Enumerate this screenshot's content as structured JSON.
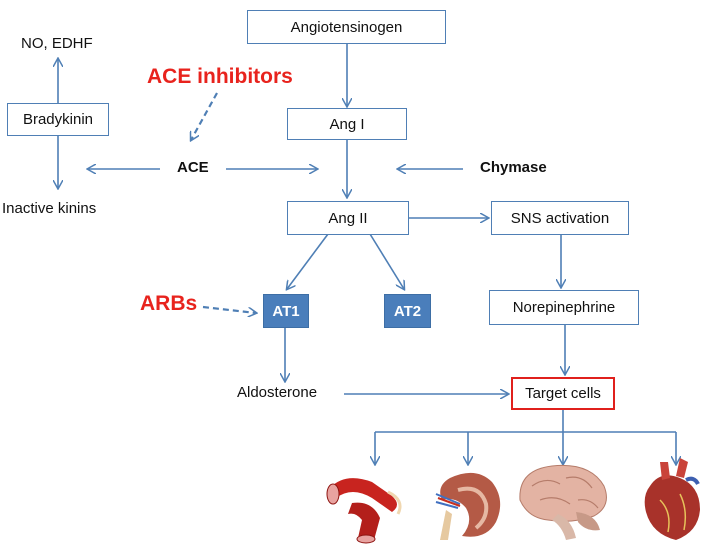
{
  "diagram": {
    "nodes": {
      "angiotensinogen": "Angiotensinogen",
      "ang1": "Ang I",
      "ang2": "Ang II",
      "sns": "SNS activation",
      "at1": "AT1",
      "at2": "AT2",
      "norepinephrine": "Norepinephrine",
      "target_cells": "Target cells",
      "bradykinin": "Bradykinin"
    },
    "labels": {
      "no_edhf": "NO, EDHF",
      "inactive_kinins": "Inactive kinins",
      "ace": "ACE",
      "chymase": "Chymase",
      "aldosterone": "Aldosterone",
      "ace_inhibitors": "ACE inhibitors",
      "arbs": "ARBs"
    },
    "organs": [
      "blood-vessel",
      "kidney",
      "brain",
      "heart"
    ],
    "colors": {
      "arrow": "#4f7fb5",
      "box_border": "#4f7fb5",
      "drug_text": "#e8231d",
      "receptor_fill": "#4a7ebb",
      "target_border": "#e0201c"
    }
  }
}
